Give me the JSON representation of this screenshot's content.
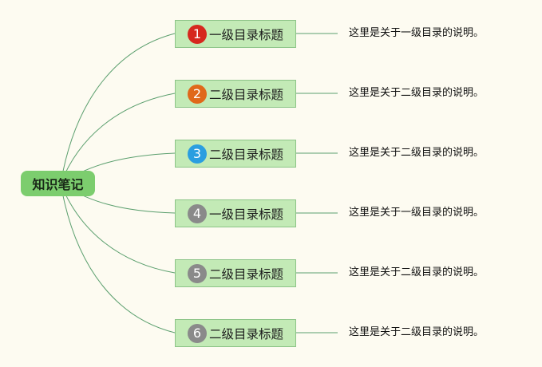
{
  "root": {
    "label": "知识笔记"
  },
  "branches": [
    {
      "number": "1",
      "title": "一级目录标题",
      "description": "这里是关于一级目录的说明。",
      "badge_color": "#d6281e"
    },
    {
      "number": "2",
      "title": "二级目录标题",
      "description": "这里是关于二级目录的说明。",
      "badge_color": "#e0681a"
    },
    {
      "number": "3",
      "title": "二级目录标题",
      "description": "这里是关于二级目录的说明。",
      "badge_color": "#2a9ee0"
    },
    {
      "number": "4",
      "title": "一级目录标题",
      "description": "这里是关于一级目录的说明。",
      "badge_color": "#8a8a8a"
    },
    {
      "number": "5",
      "title": "二级目录标题",
      "description": "这里是关于二级目录的说明。",
      "badge_color": "#8a8a8a"
    },
    {
      "number": "6",
      "title": "二级目录标题",
      "description": "这里是关于二级目录的说明。",
      "badge_color": "#8a8a8a"
    }
  ],
  "colors": {
    "background": "#fdfbf1",
    "root_fill": "#7ccd6e",
    "branch_fill": "#c3eab6",
    "connector": "#5b9f6e"
  }
}
